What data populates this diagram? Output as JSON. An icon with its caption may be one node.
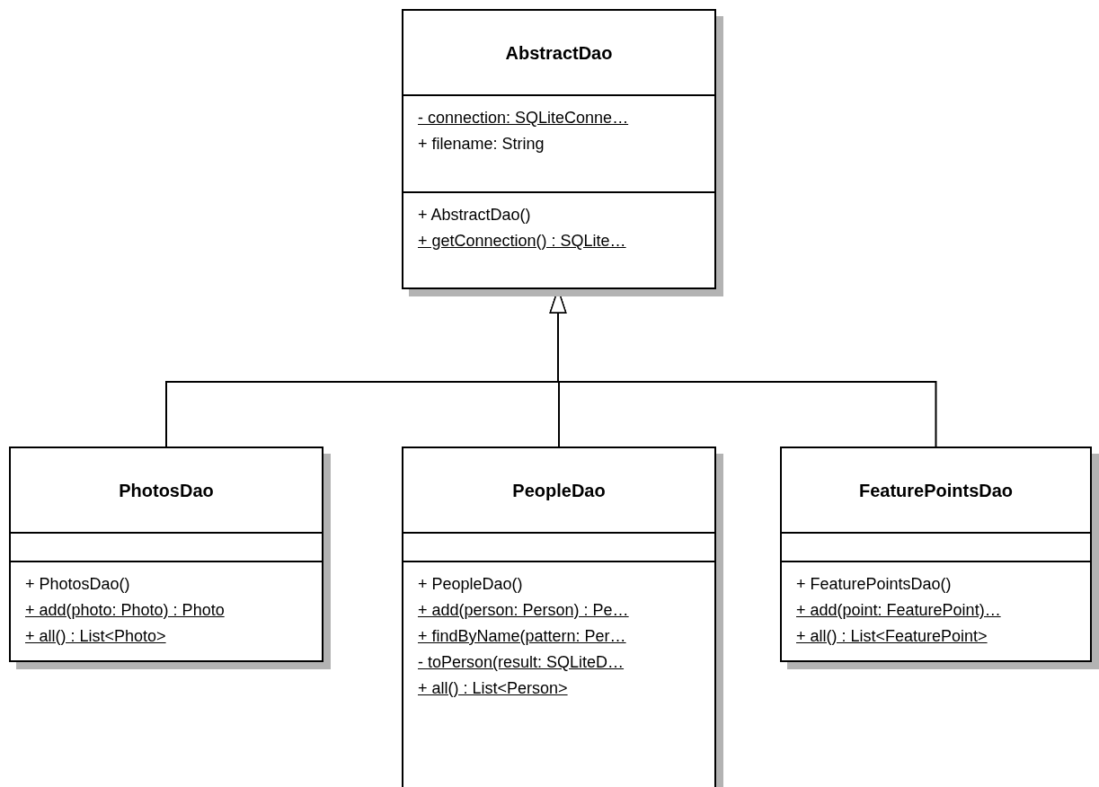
{
  "diagram": {
    "nodes": [
      {
        "text": [
          "AbstractDao"
        ]
      },
      {
        "text": [
          "- connection: SQLiteConne…",
          "+ filename: String"
        ],
        "in": 0
      },
      {
        "text": [
          "+ AbstractDao()",
          "+ getConnection() : SQLite…"
        ],
        "in": 0
      },
      {
        "text": [
          "PhotosDao"
        ]
      },
      {
        "text": [],
        "shape": "box",
        "in": 3
      },
      {
        "text": [
          "+ PhotosDao()",
          "+ add(photo: Photo) : Photo",
          "+ all() : List<Photo>"
        ],
        "in": 3
      },
      {
        "text": [
          "PeopleDao"
        ]
      },
      {
        "text": [],
        "shape": "box",
        "in": 6
      },
      {
        "text": [
          "+ PeopleDao()",
          "+ add(person: Person) : Pe…",
          "+ findByName(pattern: Per…",
          "- toPerson(result: SQLiteD…",
          "+ all() : List<Person>"
        ],
        "in": 6
      },
      {
        "text": [
          "FeaturePointsDao"
        ]
      },
      {
        "text": [],
        "shape": "box",
        "in": 9
      },
      {
        "text": [
          "+ FeaturePointsDao()",
          "+ add(point: FeaturePoint)…",
          "+ all() : List<FeaturePoint>"
        ],
        "in": 9
      }
    ],
    "edges": [
      {
        "from": 3,
        "to": 0,
        "arrow": "to"
      },
      {
        "from": 6,
        "to": 0,
        "arrow": "to"
      },
      {
        "from": 9,
        "to": 0,
        "arrow": "to"
      }
    ]
  }
}
